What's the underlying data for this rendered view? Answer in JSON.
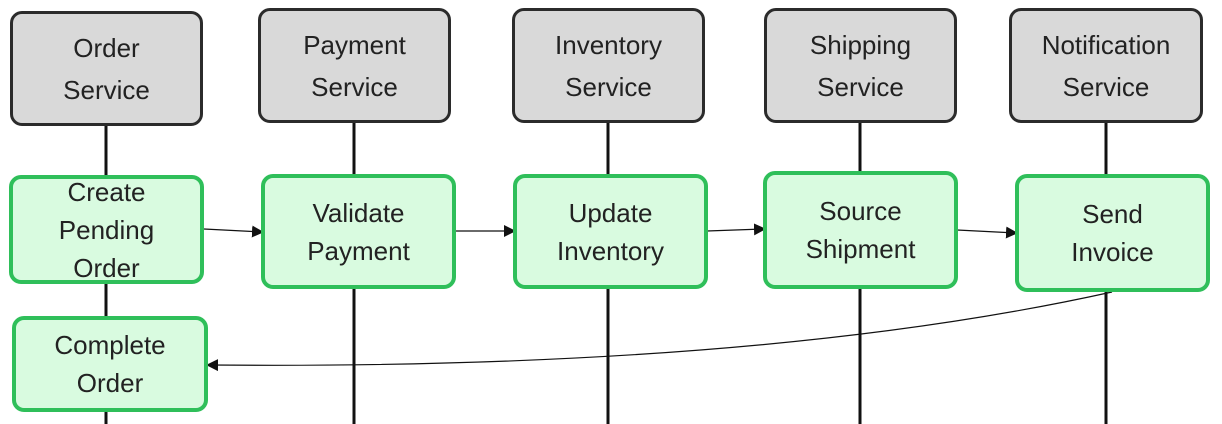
{
  "services": [
    {
      "id": "order",
      "label": "Order\nService"
    },
    {
      "id": "payment",
      "label": "Payment\nService"
    },
    {
      "id": "inventory",
      "label": "Inventory\nService"
    },
    {
      "id": "shipping",
      "label": "Shipping\nService"
    },
    {
      "id": "notification",
      "label": "Notification\nService"
    }
  ],
  "steps": [
    {
      "id": "create-pending-order",
      "label": "Create\nPending\nOrder",
      "service": "order"
    },
    {
      "id": "validate-payment",
      "label": "Validate\nPayment",
      "service": "payment"
    },
    {
      "id": "update-inventory",
      "label": "Update\nInventory",
      "service": "inventory"
    },
    {
      "id": "source-shipment",
      "label": "Source\nShipment",
      "service": "shipping"
    },
    {
      "id": "send-invoice",
      "label": "Send\nInvoice",
      "service": "notification"
    },
    {
      "id": "complete-order",
      "label": "Complete\nOrder",
      "service": "order"
    }
  ],
  "flows": [
    {
      "from": "create-pending-order",
      "to": "validate-payment"
    },
    {
      "from": "validate-payment",
      "to": "update-inventory"
    },
    {
      "from": "update-inventory",
      "to": "source-shipment"
    },
    {
      "from": "source-shipment",
      "to": "send-invoice"
    },
    {
      "from": "send-invoice",
      "to": "complete-order"
    }
  ],
  "colors": {
    "service_fill": "#d9d9d9",
    "service_border": "#2b2b2b",
    "step_fill": "#d9fbe0",
    "step_border": "#2fbf5a",
    "line": "#111111"
  }
}
